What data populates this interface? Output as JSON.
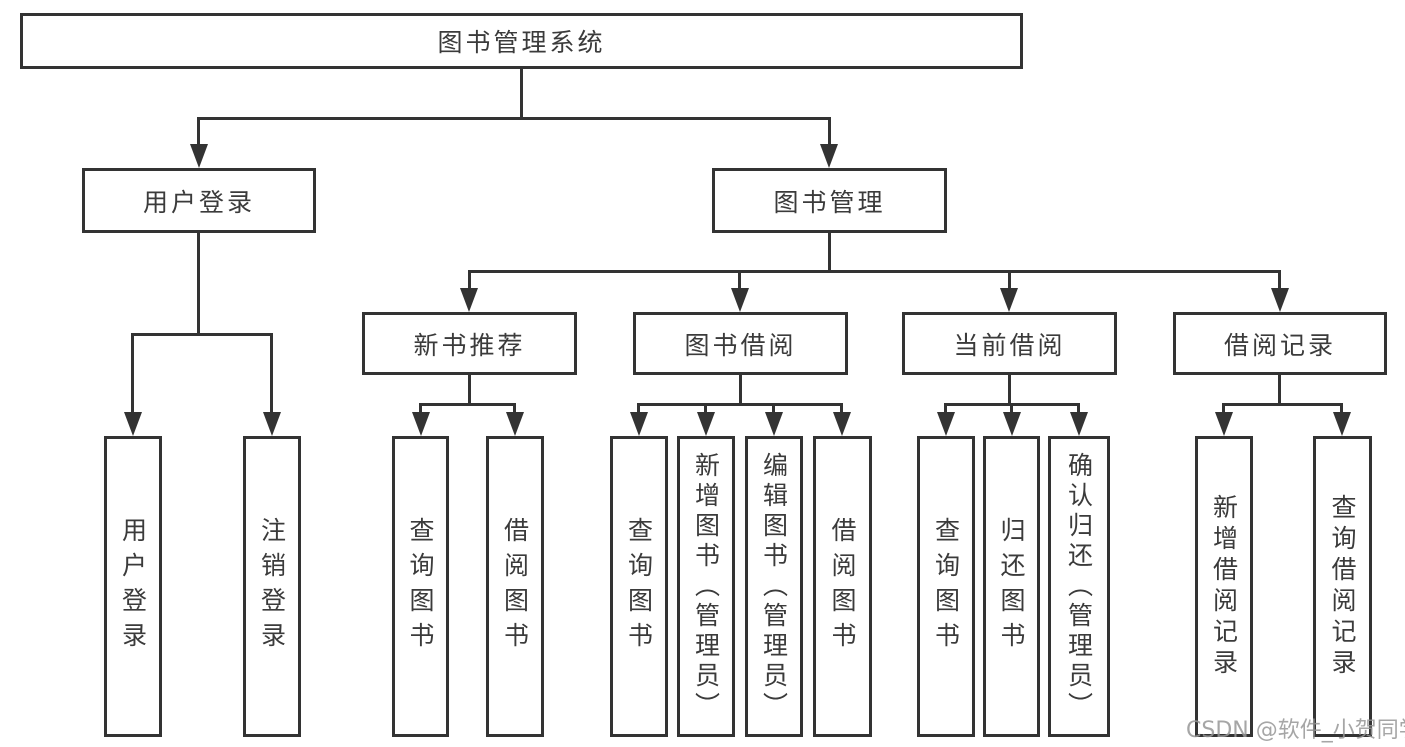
{
  "nodes": {
    "root": "图书管理系统",
    "user_login": "用户登录",
    "book_management": "图书管理",
    "new_book_recommend": "新书推荐",
    "book_borrow": "图书借阅",
    "current_borrow": "当前借阅",
    "borrow_records": "借阅记录"
  },
  "leaves": [
    {
      "label": "用户登录"
    },
    {
      "label": "注销登录"
    },
    {
      "label": "查询图书"
    },
    {
      "label": "借阅图书"
    },
    {
      "label": "查询图书"
    },
    {
      "label": "新增图书（管理员）"
    },
    {
      "label": "编辑图书（管理员）"
    },
    {
      "label": "借阅图书"
    },
    {
      "label": "查询图书"
    },
    {
      "label": "归还图书"
    },
    {
      "label": "确认归还（管理员）"
    },
    {
      "label": "新增借阅记录"
    },
    {
      "label": "查询借阅记录"
    }
  ],
  "watermark": "CSDN @软件_小贺同学",
  "colors": {
    "line": "#333333",
    "text": "#3b3b3b",
    "watermark": "#969696"
  }
}
